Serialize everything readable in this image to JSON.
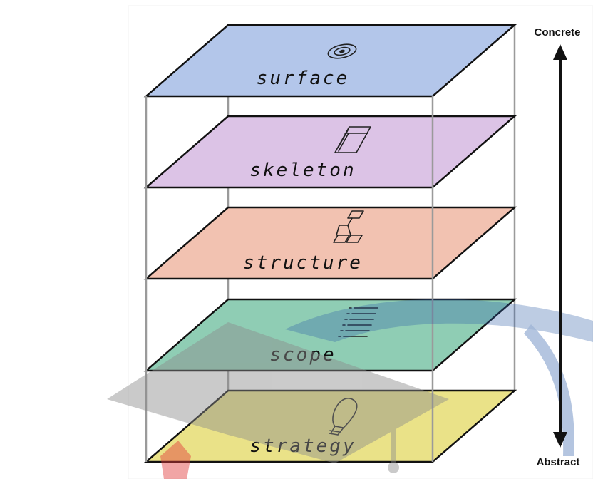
{
  "axis": {
    "top_label": "Concrete",
    "bottom_label": "Abstract"
  },
  "layers": [
    {
      "label": "surface",
      "color": "#b3c6ea",
      "icon": "eye-icon"
    },
    {
      "label": "skeleton",
      "color": "#dcc3e6",
      "icon": "wireframe-icon"
    },
    {
      "label": "structure",
      "color": "#f2c2b1",
      "icon": "sitemap-icon"
    },
    {
      "label": "scope",
      "color": "#8fcdb4",
      "icon": "feature-list-icon"
    },
    {
      "label": "strategy",
      "color": "#eae288",
      "icon": "lightbulb-icon"
    }
  ],
  "colors": {
    "outline": "#111111",
    "frame": "#9a9a9a",
    "arrow": "#111111",
    "watermark_gray": "#8c8c8c",
    "watermark_blue": "#2f5fa8",
    "watermark_red": "#e23a3a"
  }
}
